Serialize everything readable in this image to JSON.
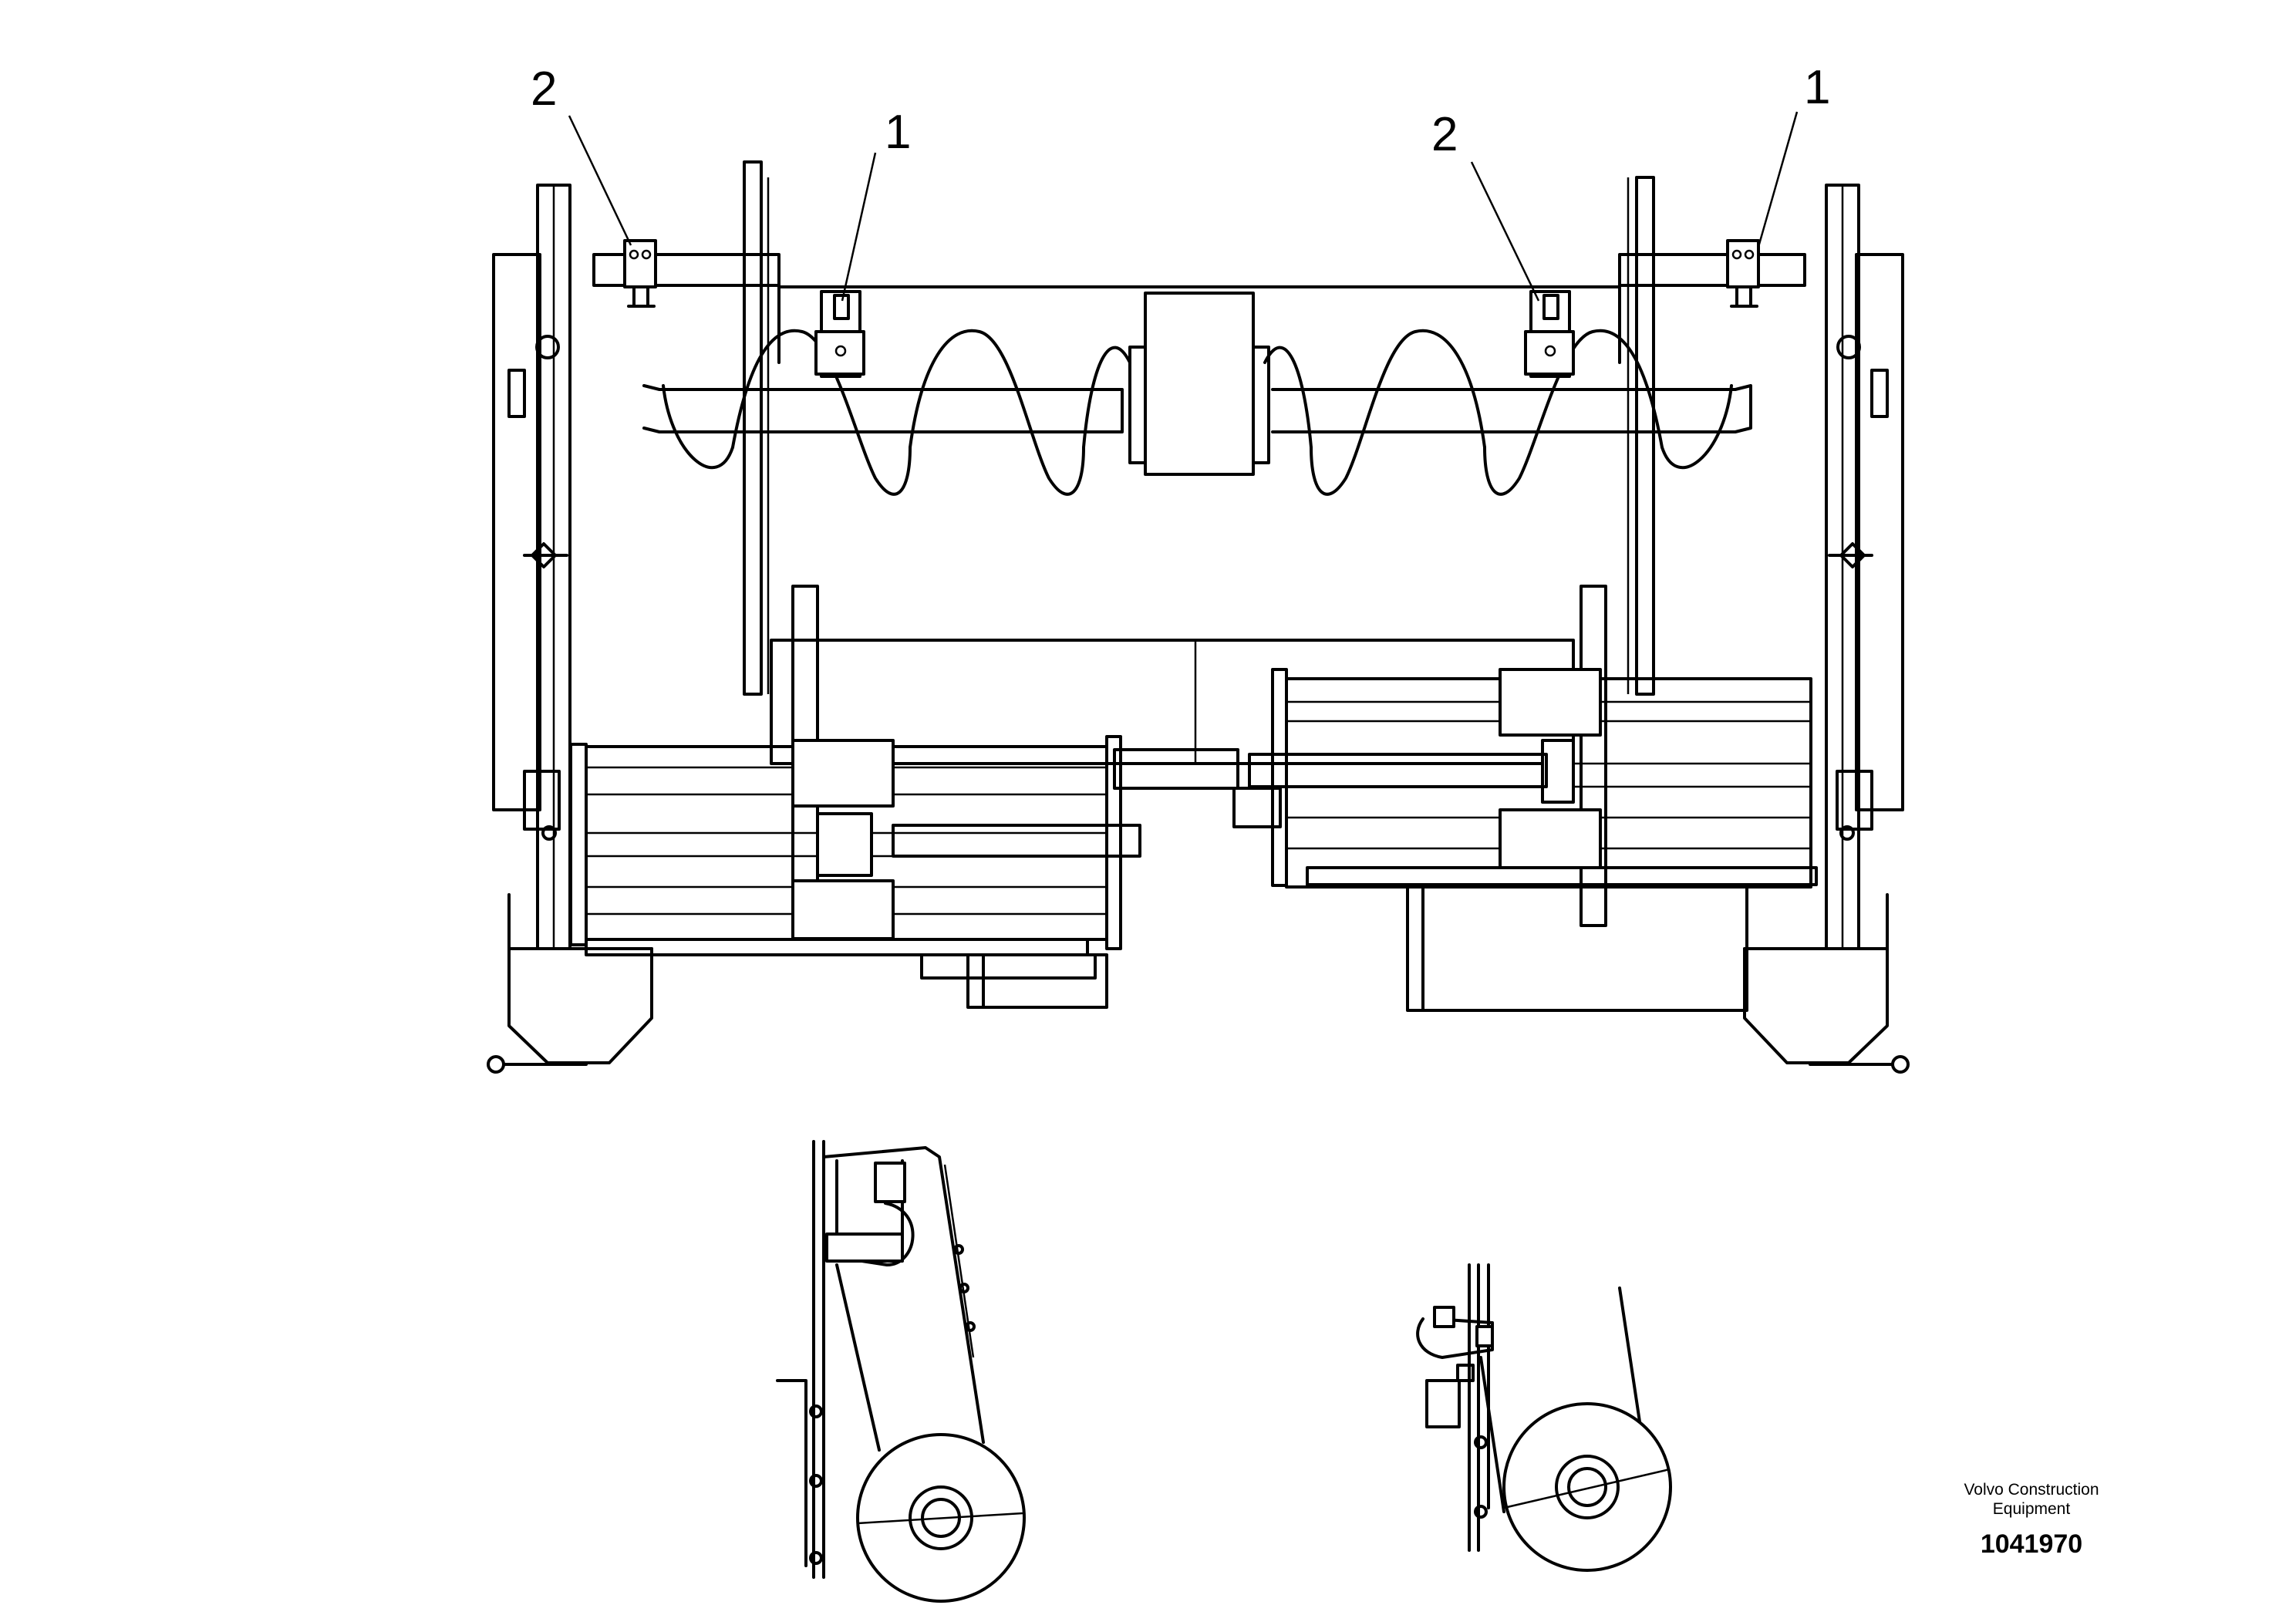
{
  "callouts": {
    "left_2": "2",
    "left_1": "1",
    "right_2": "2",
    "right_1": "1"
  },
  "title_block": {
    "company_line1": "Volvo Construction",
    "company_line2": "Equipment",
    "drawing_number": "1041970"
  },
  "colors": {
    "line": "#000000",
    "background": "#ffffff"
  }
}
